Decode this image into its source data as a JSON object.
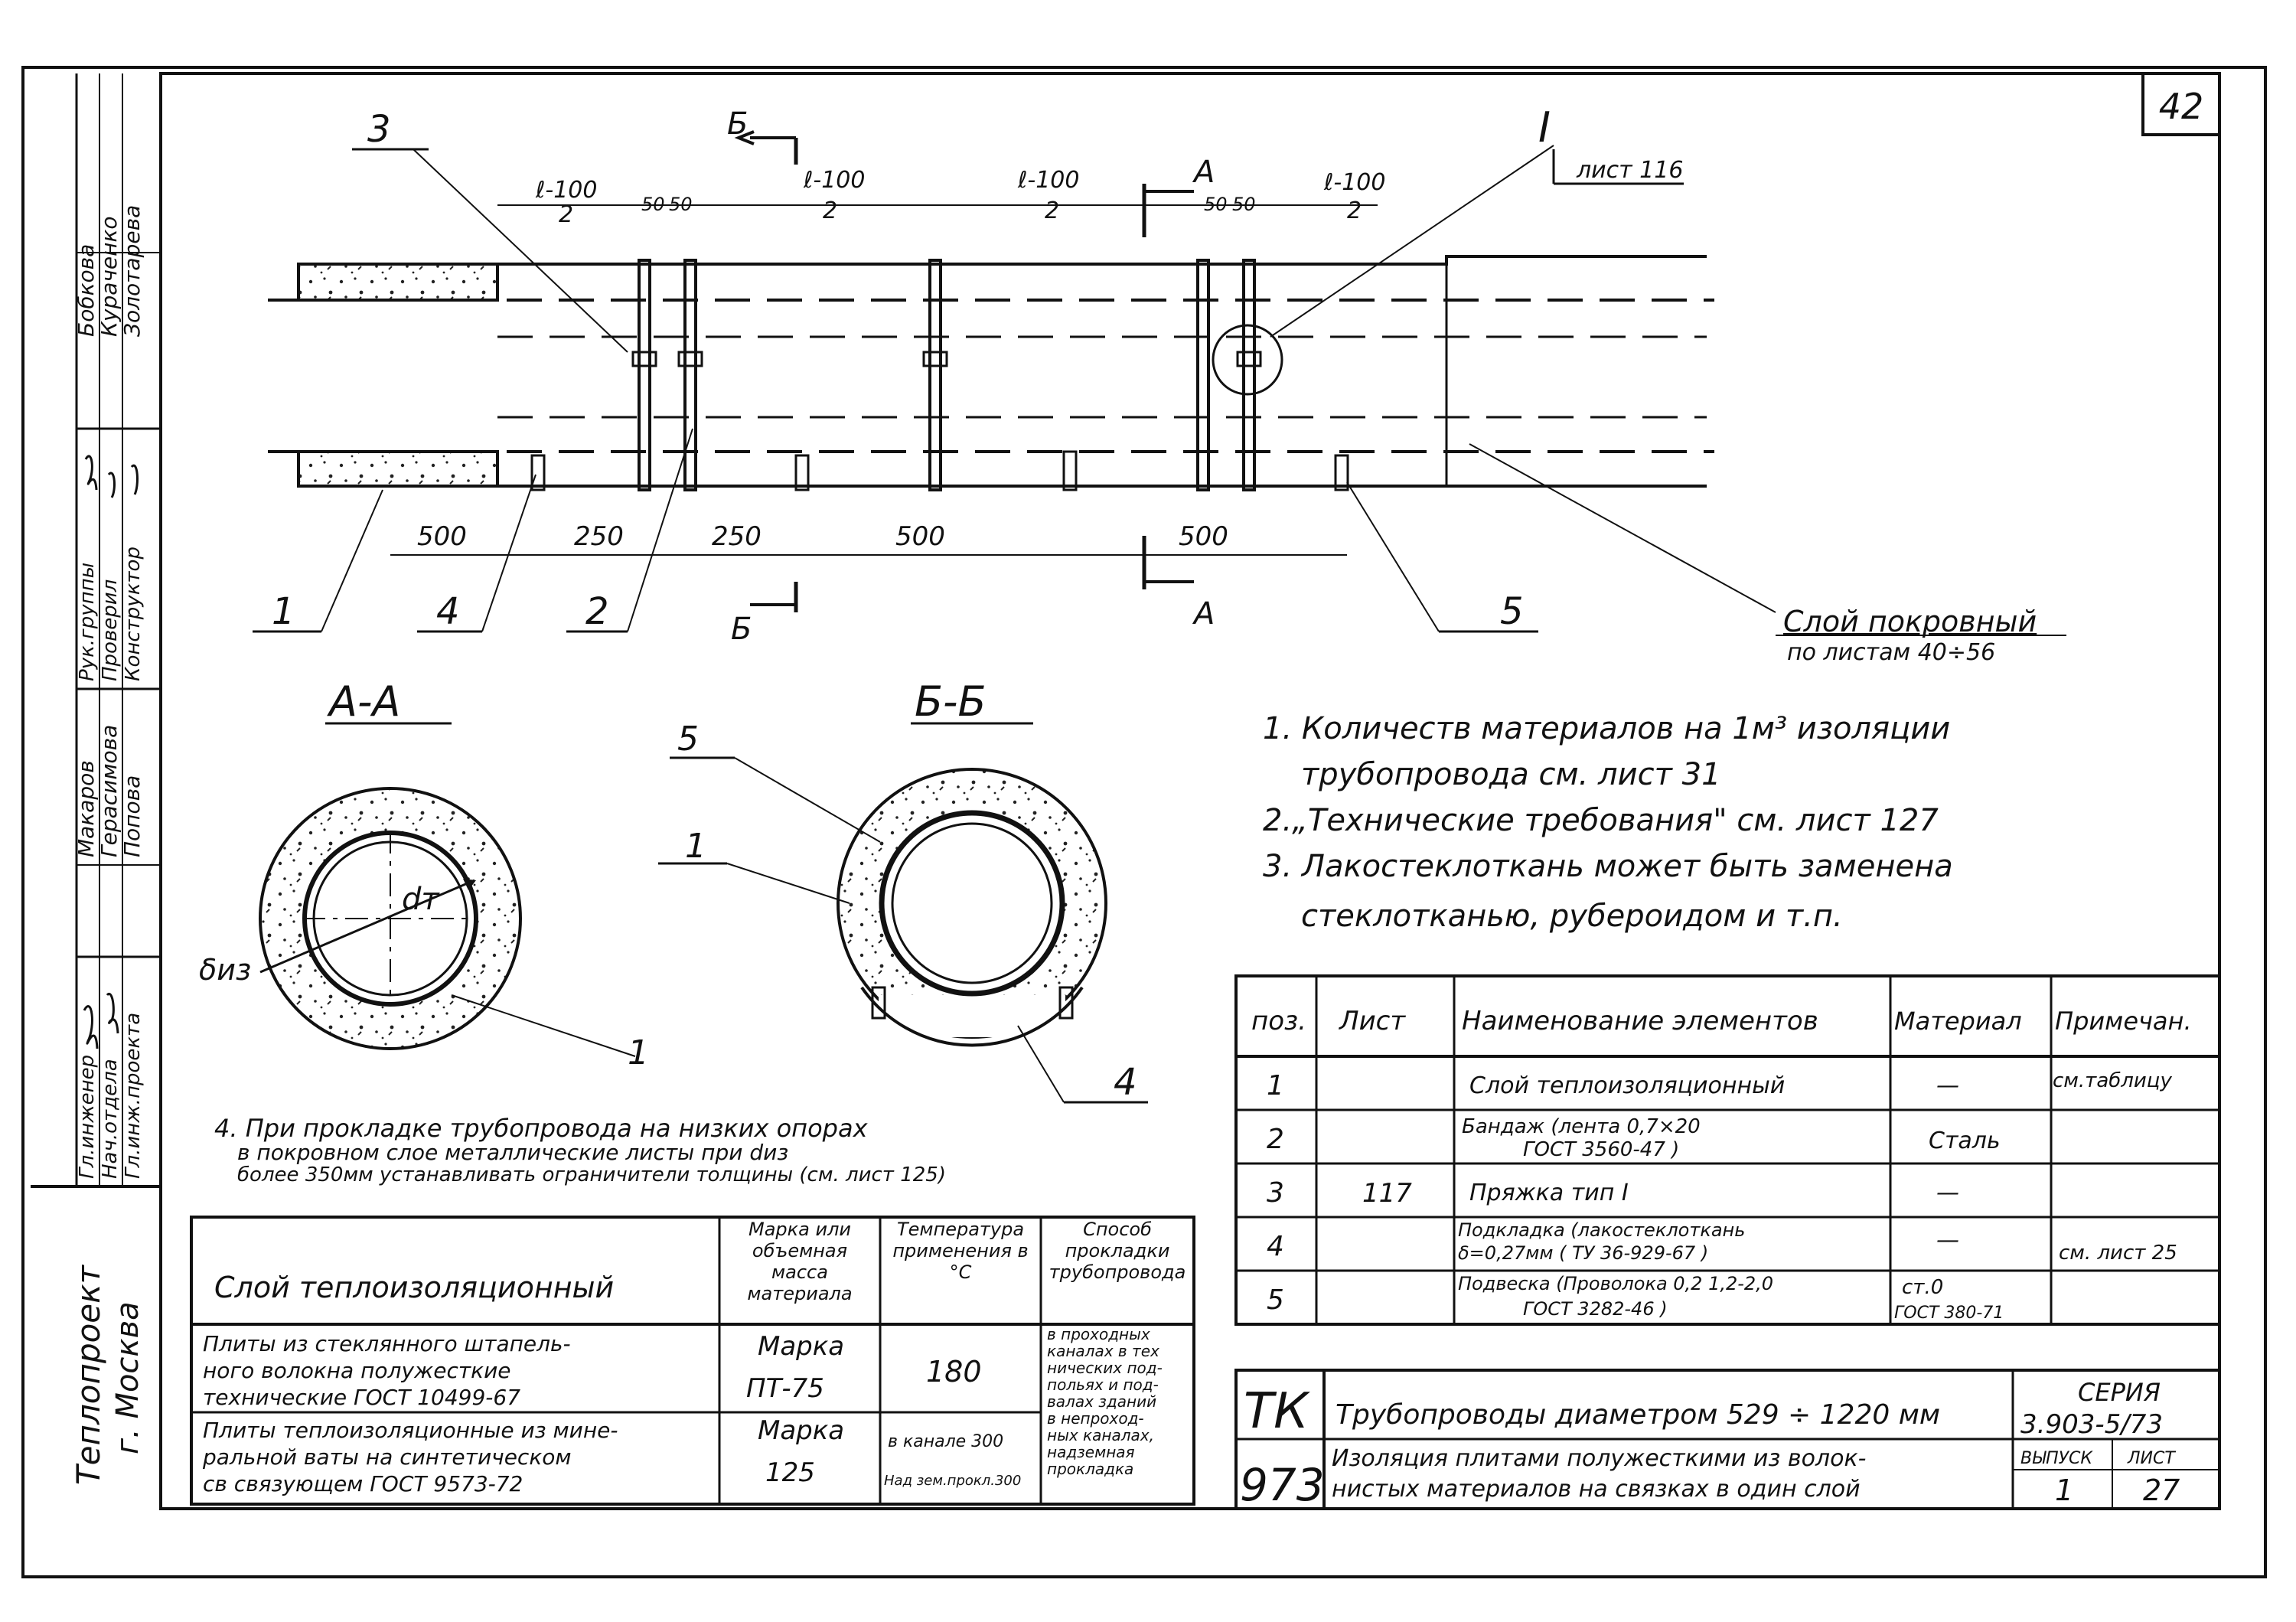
{
  "sheet": {
    "number": "42",
    "series_label": "СЕРИЯ",
    "series_value": "3.903-5/73",
    "issue_label": "ВЫПУСК",
    "issue_value": "1",
    "list_label": "ЛИСТ",
    "list_value": "27",
    "tk": "ТК",
    "tk_code": "973",
    "title_line1": "Трубопроводы диаметром 529 ÷ 1220 мм",
    "title_line2": "Изоляция плитами полужесткими из волок-",
    "title_line3": "нистых материалов на связках в один слой"
  },
  "org": {
    "line1": "Теплопроект",
    "line2": "г. Москва"
  },
  "signatures": {
    "rows": [
      {
        "role": "Гл.инженер",
        "name": "Макаров"
      },
      {
        "role": "Нач.отдела",
        "name": "Герасимова"
      },
      {
        "role": "Гл.инж.проекта",
        "name": "Попова"
      },
      {
        "role": "Рук.группы",
        "name": "Бобкова"
      },
      {
        "role": "Проверил",
        "name": "Кураченко"
      },
      {
        "role": "Конструктор",
        "name": "Золотарева"
      }
    ]
  },
  "drawing": {
    "callouts": [
      "1",
      "2",
      "3",
      "4",
      "5"
    ],
    "cut_b": "Б",
    "cut_a": "А",
    "detail_mark": "I",
    "detail_ref": "лист 116",
    "dims_top": [
      {
        "label_top": "ℓ-100",
        "label_bot": "2"
      },
      {
        "label_top": "50",
        "label_bot": ""
      },
      {
        "label_top": "50",
        "label_bot": ""
      },
      {
        "label_top": "ℓ-100",
        "label_bot": "2"
      },
      {
        "label_top": "ℓ-100",
        "label_bot": "2"
      },
      {
        "label_top": "50",
        "label_bot": ""
      },
      {
        "label_top": "50",
        "label_bot": ""
      },
      {
        "label_top": "ℓ-100",
        "label_bot": "2"
      }
    ],
    "dims_bottom": [
      "500",
      "250",
      "250",
      "500",
      "500"
    ],
    "cover_layer": "Слой покровный",
    "cover_ref": "по листам 40÷56",
    "section_aa": "А-А",
    "section_bb": "Б-Б",
    "dt_label": "dт",
    "diz_label": "δиз"
  },
  "notes": [
    "1. Количеств материалов на 1м³ изоляции",
    "трубопровода см. лист 31",
    "2.„Технические требования\" см. лист 127",
    "3. Лакостеклоткань может быть заменена",
    "стеклотканью, рубероидом и т.п."
  ],
  "note4": [
    "4. При прокладке трубопровода на низких опорах",
    "в покровном слое металлические листы при dиз",
    "более 350мм устанавливать ограничители толщины (см. лист 125)"
  ],
  "spec_table": {
    "headers": [
      "поз.",
      "Лист",
      "Наименование элементов",
      "Материал",
      "Примечан."
    ],
    "rows": [
      {
        "pos": "1",
        "list": "",
        "name": "Слой теплоизоляционный",
        "name2": "",
        "mat": "—",
        "mat2": "",
        "note": "см.таблицу"
      },
      {
        "pos": "2",
        "list": "",
        "name": "Бандаж (лента 0,7×20",
        "name2": "ГОСТ 3560-47 )",
        "mat": "Сталь",
        "mat2": "",
        "note": ""
      },
      {
        "pos": "3",
        "list": "117",
        "name": "Пряжка тип I",
        "name2": "",
        "mat": "—",
        "mat2": "",
        "note": ""
      },
      {
        "pos": "4",
        "list": "",
        "name": "Подкладка (лакостеклоткань",
        "name2": "δ=0,27мм ( ТУ 36-929-67 )",
        "mat": "—",
        "mat2": "",
        "note": "см. лист 25"
      },
      {
        "pos": "5",
        "list": "",
        "name": "Подвеска (Проволока 0,2 1,2-2,0",
        "name2": "ГОСТ 3282-46 )",
        "mat": "ст.0",
        "mat2": "ГОСТ 380-71",
        "note": ""
      }
    ]
  },
  "layer_table": {
    "headers": [
      "Слой теплоизоляционный",
      "Марка или объемная масса материала",
      "Температура применения в °С",
      "Способ прокладки трубопровода"
    ],
    "rows": [
      {
        "desc1": "Плиты из стеклянного штапель-",
        "desc2": "ного волокна полужесткие",
        "desc3": "технические ГОСТ 10499-67",
        "mark1": "Марка",
        "mark2": "ПТ-75",
        "temp": "180",
        "temp2": ""
      },
      {
        "desc1": "Плиты теплоизоляционные из мине-",
        "desc2": "ральной ваты на синтетическом",
        "desc3": "св связующем ГОСТ 9573-72",
        "mark1": "Марка",
        "mark2": "125",
        "temp": "в канале 300",
        "temp2": "Над зем.прокл.300"
      }
    ],
    "method": [
      "в проходных",
      "каналах в тех",
      "нических под-",
      "польях и под-",
      "валах зданий",
      "в непроход-",
      "ных каналах,",
      "надземная",
      "прокладка"
    ]
  }
}
